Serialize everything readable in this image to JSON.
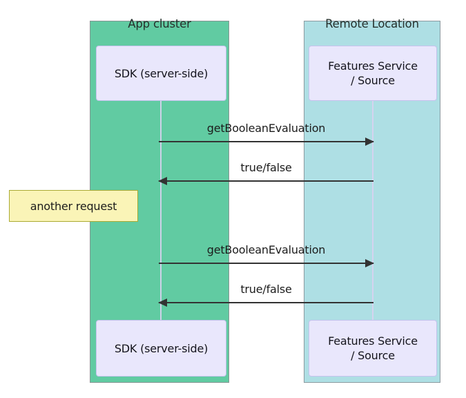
{
  "diagram": {
    "type": "sequence",
    "background": "#ffffff",
    "groups": [
      {
        "label": "App cluster",
        "fill": "#61CBA2",
        "border": "#879693"
      },
      {
        "label": "Remote Location",
        "fill": "#AEDFE4",
        "border": "#8C9AA0"
      }
    ],
    "actors": [
      {
        "label": "SDK (server-side)"
      },
      {
        "label": "Features Service\n/ Source"
      }
    ],
    "messages": [
      {
        "label": "getBooleanEvaluation",
        "direction": "right",
        "from": "SDK (server-side)",
        "to": "Features Service / Source"
      },
      {
        "label": "true/false",
        "direction": "left",
        "from": "Features Service / Source",
        "to": "SDK (server-side)"
      },
      {
        "label": "getBooleanEvaluation",
        "direction": "right",
        "from": "SDK (server-side)",
        "to": "Features Service / Source"
      },
      {
        "label": "true/false",
        "direction": "left",
        "from": "Features Service / Source",
        "to": "SDK (server-side)"
      }
    ],
    "note": {
      "label": "another request",
      "fill": "#FAF4B7",
      "border": "#AAAA33"
    },
    "colors": {
      "actor_fill": "#E9E7FC",
      "actor_border": "#C6C2ED",
      "lifeline": "#D9D3EF",
      "arrow": "#333333",
      "text": "#1c1c1c"
    }
  }
}
